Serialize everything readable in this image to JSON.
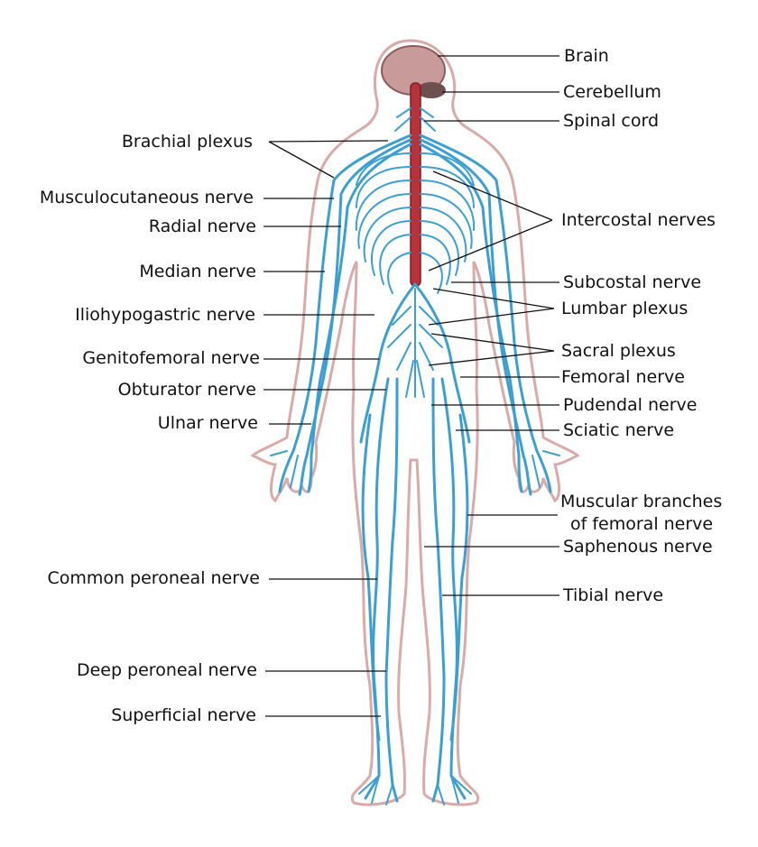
{
  "colors": {
    "nerve": "#3b9fd1",
    "body_outline": "#d9aaa7",
    "spinal_cord": "#b8323a",
    "brain": "#c99a9a"
  },
  "labels_left": [
    {
      "id": "brachial-plexus",
      "text": "Brachial plexus"
    },
    {
      "id": "musculocutaneous-nerve",
      "text": "Musculocutaneous nerve"
    },
    {
      "id": "radial-nerve",
      "text": "Radial nerve"
    },
    {
      "id": "median-nerve",
      "text": "Median nerve"
    },
    {
      "id": "iliohypogastric-nerve",
      "text": "Iliohypogastric nerve"
    },
    {
      "id": "genitofemoral-nerve",
      "text": "Genitofemoral nerve"
    },
    {
      "id": "obturator-nerve",
      "text": "Obturator nerve"
    },
    {
      "id": "ulnar-nerve",
      "text": "Ulnar nerve"
    },
    {
      "id": "common-peroneal-nerve",
      "text": "Common peroneal nerve"
    },
    {
      "id": "deep-peroneal-nerve",
      "text": "Deep peroneal nerve"
    },
    {
      "id": "superficial-nerve",
      "text": "Superficial nerve"
    }
  ],
  "labels_right": [
    {
      "id": "brain",
      "text": "Brain"
    },
    {
      "id": "cerebellum",
      "text": "Cerebellum"
    },
    {
      "id": "spinal-cord",
      "text": "Spinal cord"
    },
    {
      "id": "intercostal-nerves",
      "text": "Intercostal nerves"
    },
    {
      "id": "subcostal-nerve",
      "text": "Subcostal nerve"
    },
    {
      "id": "lumbar-plexus",
      "text": "Lumbar plexus"
    },
    {
      "id": "sacral-plexus",
      "text": "Sacral plexus"
    },
    {
      "id": "femoral-nerve",
      "text": "Femoral nerve"
    },
    {
      "id": "pudendal-nerve",
      "text": "Pudendal nerve"
    },
    {
      "id": "sciatic-nerve",
      "text": "Sciatic nerve"
    },
    {
      "id": "muscular-branches-1",
      "text": "Muscular branches"
    },
    {
      "id": "muscular-branches-2",
      "text": "of femoral nerve"
    },
    {
      "id": "saphenous-nerve",
      "text": "Saphenous nerve"
    },
    {
      "id": "tibial-nerve",
      "text": "Tibial nerve"
    }
  ]
}
